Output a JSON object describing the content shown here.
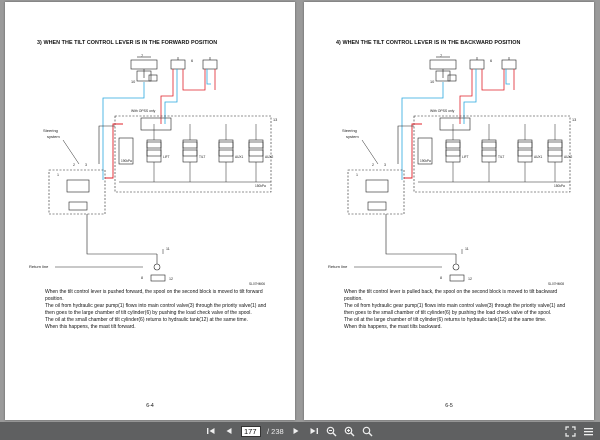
{
  "pages": [
    {
      "title": "3) WHEN THE TILT CONTROL LEVER IS IN THE FORWARD POSITION",
      "page_number": "6-4",
      "drawing_code": "SL07HM06",
      "labels": {
        "steering_system": "Steering\nsystem",
        "return_line": "Return line",
        "with_opss": "With OPSS only",
        "lift": "LIFT",
        "tilt": "TILT",
        "aux1": "AUX1",
        "aux2": "AUX2",
        "pressure_main": "150kPa",
        "pressure_rel": "190kPa",
        "n1": "1",
        "n2": "2",
        "n3": "3",
        "n4": "4",
        "n5": "5",
        "n6": "6",
        "n7": "7",
        "n8": "8",
        "n9": "9",
        "n10": "10",
        "n11": "11",
        "n12": "12",
        "n13": "13"
      },
      "paragraphs": [
        "When the tilt control lever is pushed forward, the spool on the second block is moved to tilt forward position.",
        "The oil from hydraulic gear pump(1) flows into main control valve(3) through the priority valve(1) and then goes to the large chamber of tilt cylinder(6) by pushing the load check valve of the spool.",
        "The oil at the small chamber of tilt cylinder(6) returns to hydraulic tank(12) at the same time.",
        "When this happens, the mast tilt forward."
      ]
    },
    {
      "title": "4) WHEN THE TILT CONTROL LEVER IS IN THE BACKWARD POSITION",
      "page_number": "6-5",
      "drawing_code": "SL07HM08",
      "labels": {
        "steering_system": "Steering\nsystem",
        "return_line": "Return line",
        "with_opss": "With OPSS only",
        "lift": "LIFT",
        "tilt": "TILT",
        "aux1": "AUX1",
        "aux2": "AUX2",
        "pressure_main": "150kPa",
        "pressure_rel": "190kPa",
        "n1": "1",
        "n2": "2",
        "n3": "3",
        "n4": "4",
        "n5": "5",
        "n6": "6",
        "n7": "7",
        "n8": "8",
        "n9": "9",
        "n10": "10",
        "n11": "11",
        "n12": "12",
        "n13": "13"
      },
      "paragraphs": [
        "When the tilt control lever is pulled back, the spool on the second block is moved to tilt backward position.",
        "The oil from hydraulic gear pump(1) flows into main control valve(3) through the priority valve(1) and then goes to the small chamber of tilt cylinder(6) by pushing the load check valve of the spool.",
        "The oil at the large chamber of tilt cylinder(6) returns to hydraulic tank(12) at the same time.",
        "When this happens, the mast tilts backward."
      ]
    }
  ],
  "toolbar": {
    "current_page": "177",
    "total_pages": "/ 238"
  },
  "colors": {
    "pressure_line": "#e0202a",
    "return_line": "#2aa8e0",
    "diagram_ink": "#222222"
  }
}
